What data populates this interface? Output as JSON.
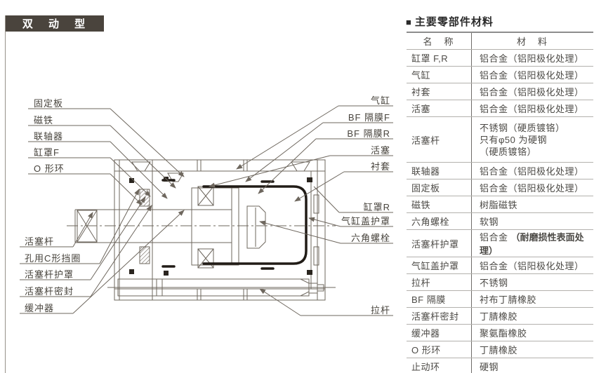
{
  "page": {
    "title": "双 动 型"
  },
  "colors": {
    "title_bg": "#4a443d",
    "line": "#6e675e",
    "diaphragm": "#211c17"
  },
  "section": {
    "bullet": "■",
    "title": "主要零部件材料"
  },
  "table": {
    "headers": {
      "name": "名　称",
      "material": "材　料"
    },
    "rows": [
      {
        "name": "缸罩 F,R",
        "material": "铝合金（铝阳极化处理）"
      },
      {
        "name": "气缸",
        "material": "铝合金（铝阳极化处理）"
      },
      {
        "name": "衬套",
        "material": "铝合金（铝阳极化处理）"
      },
      {
        "name": "活塞",
        "material": "铝合金（铝阳极化处理）"
      },
      {
        "name": "活塞杆",
        "material_lines": [
          "不锈钢（硬质镀铬）",
          "只有φ50 为硬钢",
          "（硬质镀铬）"
        ]
      },
      {
        "name": "联轴器",
        "material": "铝合金（铝阳极化处理）"
      },
      {
        "name": "固定板",
        "material": "铝合金（铝阳极化处理）"
      },
      {
        "name": "磁铁",
        "material": "树脂磁铁"
      },
      {
        "name": "六角螺栓",
        "material": "软钢"
      },
      {
        "name": "活塞杆护罩",
        "material": "铝合金 ",
        "material_bold": "（耐磨损性表面处理）"
      },
      {
        "name": "气缸盖护罩",
        "material": "铝合金（铝阳极化处理）"
      },
      {
        "name": "拉杆",
        "material": "不锈钢"
      },
      {
        "name": "BF 隔膜",
        "material": "衬布丁腈橡胶"
      },
      {
        "name": "活塞杆密封",
        "material": "丁腈橡胶"
      },
      {
        "name": "缓冲器",
        "material": "聚氨酯橡胶"
      },
      {
        "name": "O 形环",
        "material": "丁腈橡胶"
      },
      {
        "name": "止动环",
        "material": "硬钢"
      }
    ]
  },
  "diagram": {
    "labels": {
      "fixing_plate": "固定板",
      "magnet": "磁铁",
      "coupling": "联轴器",
      "head_cover_f": "缸罩F",
      "o_ring": "O 形环",
      "piston_rod": "活塞杆",
      "c_retaining_ring": "孔用C形挡圈",
      "rod_guard": "活塞杆护罩",
      "rod_seal": "活塞杆密封",
      "cushion": "缓冲器",
      "cylinder": "气缸",
      "bf_diaphragm_f": "BF 隔膜F",
      "bf_diaphragm_r": "BF 隔膜R",
      "piston": "活塞",
      "bushing": "衬套",
      "head_cover_r": "缸罩R",
      "head_cover_guard": "气缸盖护罩",
      "hex_bolt": "六角螺栓",
      "tie_rod": "拉杆"
    }
  }
}
